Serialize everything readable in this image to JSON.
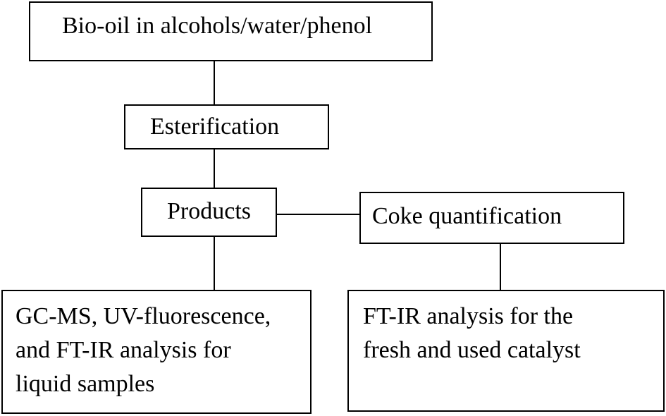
{
  "diagram": {
    "nodes": {
      "bio_oil": {
        "label": "Bio-oil in alcohols/water/phenol"
      },
      "esterification": {
        "label": "Esterification"
      },
      "products": {
        "label": "Products"
      },
      "coke": {
        "label": "Coke quantification"
      },
      "liquid_analysis": {
        "label": "GC-MS, UV-fluorescence,\nand FT-IR analysis for\nliquid samples"
      },
      "catalyst_analysis": {
        "label": "FT-IR analysis for the\nfresh and used catalyst"
      }
    },
    "edges": [
      {
        "from": "Bio-oil in alcohols/water/phenol",
        "to": "Esterification"
      },
      {
        "from": "Esterification",
        "to": "Products"
      },
      {
        "from": "Products",
        "to": "Coke quantification"
      },
      {
        "from": "Products",
        "to": "GC-MS, UV-fluorescence, and FT-IR analysis for liquid samples"
      },
      {
        "from": "Coke quantification",
        "to": "FT-IR analysis for the fresh and used catalyst"
      }
    ]
  }
}
